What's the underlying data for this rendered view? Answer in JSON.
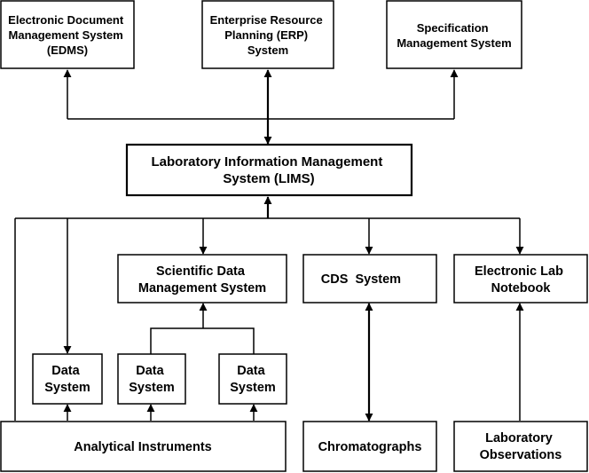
{
  "nodes": {
    "edms": {
      "lines": [
        "Electronic Document",
        "Management System",
        "(EDMS)"
      ]
    },
    "erp": {
      "lines": [
        "Enterprise Resource",
        "Planning (ERP)",
        "System"
      ]
    },
    "spec": {
      "lines": [
        "Specification",
        "Management System"
      ]
    },
    "lims": {
      "lines": [
        "Laboratory Information Management",
        "System (LIMS)"
      ]
    },
    "sdms": {
      "lines": [
        "Scientific Data",
        "Management System"
      ]
    },
    "cds": {
      "lines": [
        "CDS  System"
      ]
    },
    "eln": {
      "lines": [
        "Electronic Lab",
        "Notebook"
      ]
    },
    "data_system_1": {
      "lines": [
        "Data",
        "System"
      ]
    },
    "data_system_2": {
      "lines": [
        "Data",
        "System"
      ]
    },
    "data_system_3": {
      "lines": [
        "Data",
        "System"
      ]
    },
    "analytical_instruments": {
      "lines": [
        "Analytical Instruments"
      ]
    },
    "chromatographs": {
      "lines": [
        "Chromatographs"
      ]
    },
    "lab_observations": {
      "lines": [
        "Laboratory",
        "Observations"
      ]
    }
  },
  "colors": {
    "stroke": "#000000",
    "fill": "#ffffff",
    "text": "#000000"
  }
}
